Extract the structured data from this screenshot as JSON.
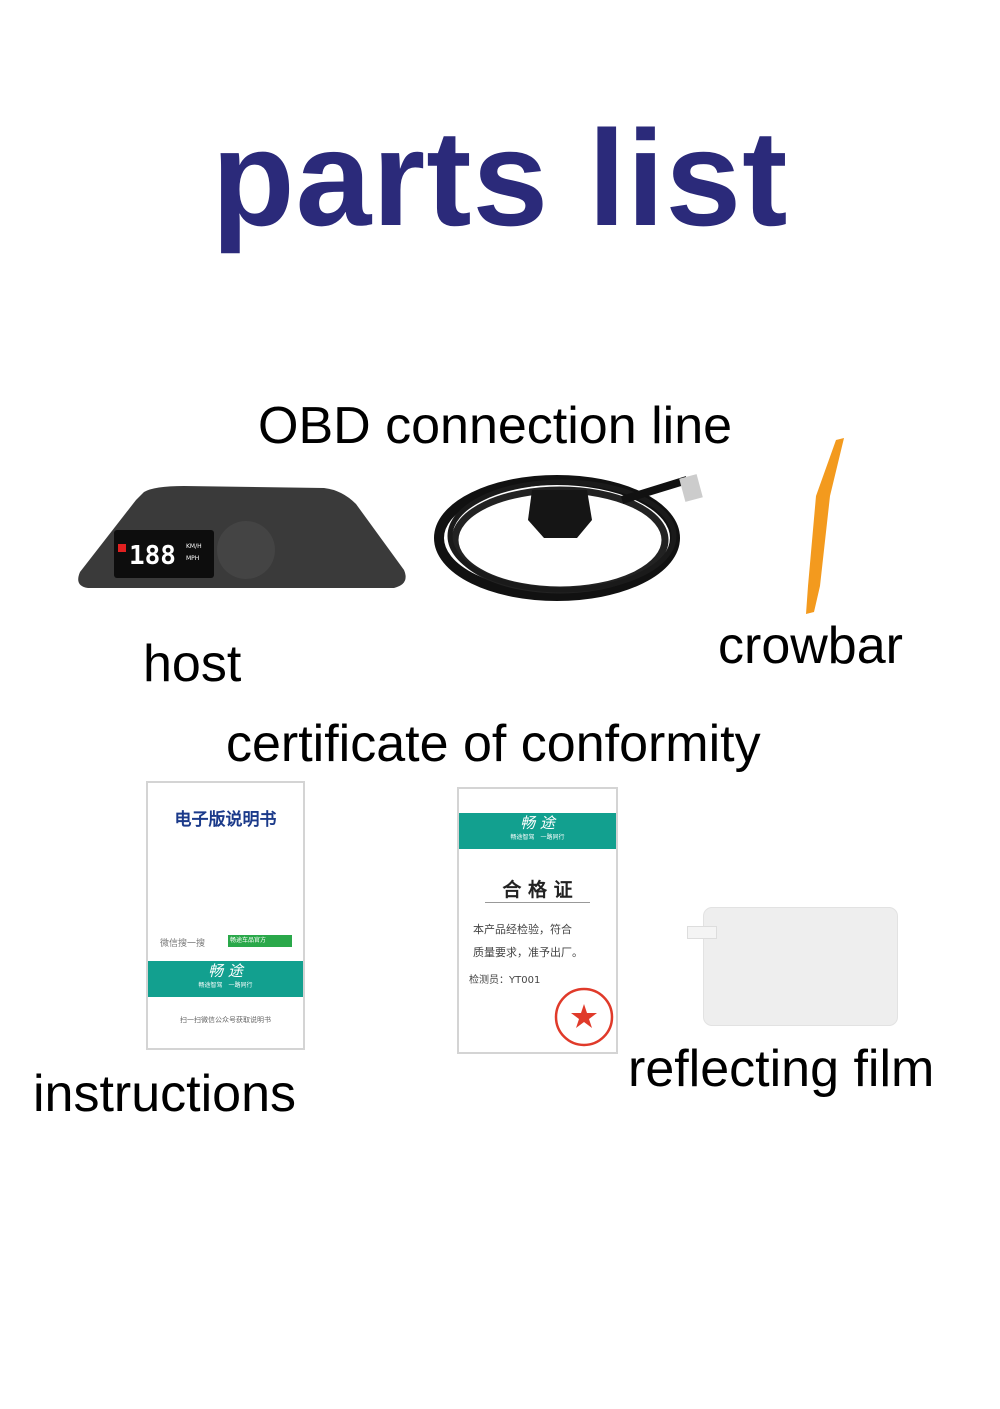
{
  "title": "parts list",
  "labels": {
    "obd": "OBD connection line",
    "host": "host",
    "crowbar": "crowbar",
    "certificate": "certificate of conformity",
    "instructions": "instructions",
    "film": "reflecting film"
  },
  "host_display": {
    "digits": "188",
    "unit1": "KM/H",
    "unit2": "MPH"
  },
  "instructions_card": {
    "heading": "电子版说明书",
    "search_text": "微信搜一搜",
    "search_box": "畅途车品官方",
    "brand": "畅 途",
    "slogan": "畅途智驾　一路同行",
    "footer": "扫一扫微信公众号获取说明书"
  },
  "certificate_card": {
    "brand": "畅 途",
    "slogan": "畅途智驾　一路同行",
    "heading": "合 格 证",
    "line1": "本产品经检验，符合",
    "line2": "质量要求，准予出厂。",
    "inspector": "检测员：YT001"
  },
  "colors": {
    "title": "#2b2a7a",
    "band": "#12a08f",
    "crowbar": "#f39a1e",
    "stamp": "#e03a2a"
  }
}
